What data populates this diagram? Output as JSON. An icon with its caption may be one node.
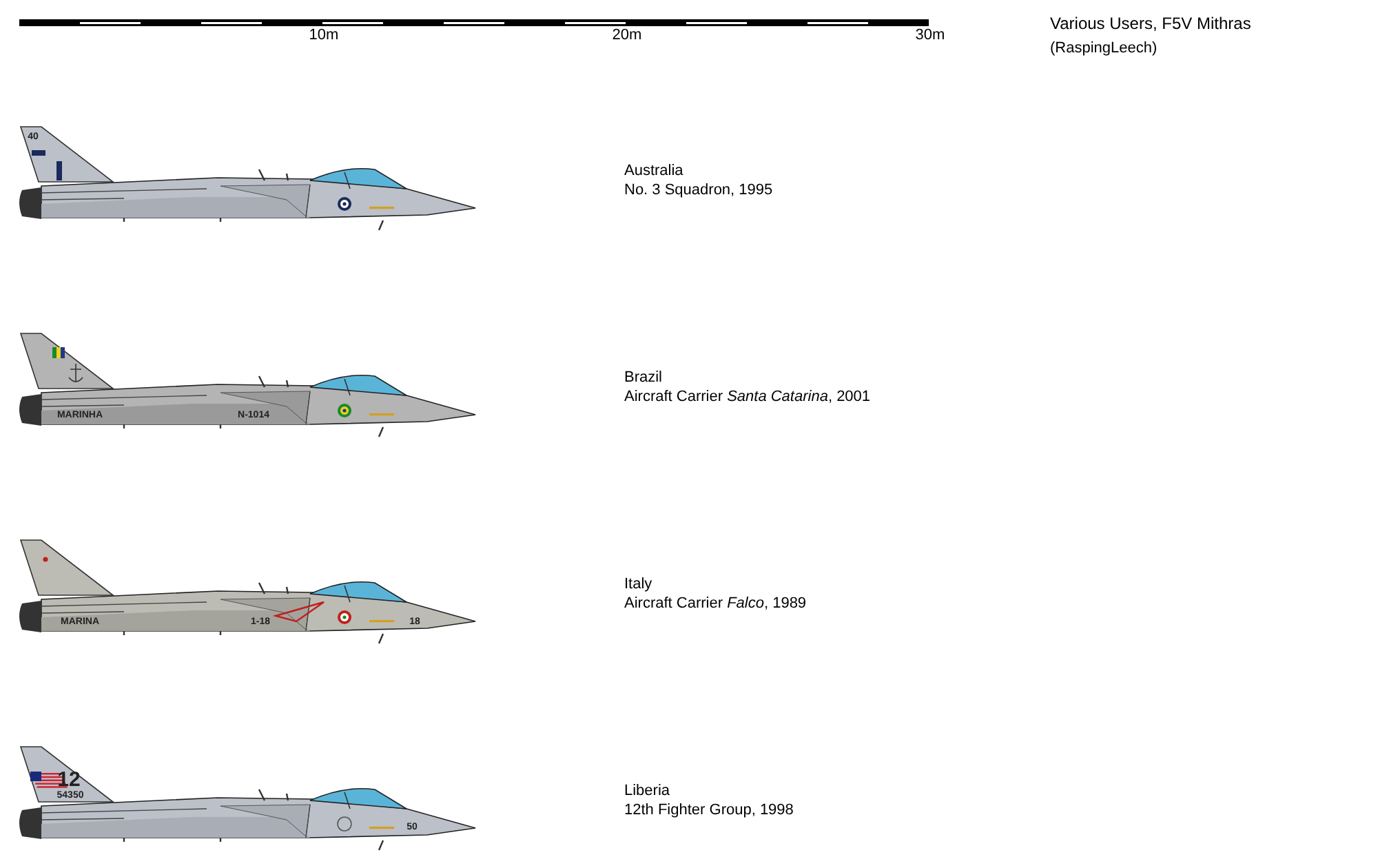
{
  "diagram": {
    "title": "Various Users, F5V Mithras",
    "labels": [
      "(RaspingLeech)",
      "10m",
      "20m",
      "30m",
      "40",
      "Australia",
      "No. 3 Squadron, 1995",
      "MARINHA",
      "N-1014",
      "Brazil",
      "Aircraft Carrier *Santa Catarina*, 2001",
      "MARINA",
      "1-18",
      "18",
      "Italy",
      "Aircraft Carrier *Falco*, 1989",
      "12",
      "54350",
      "50",
      "Liberia",
      "12th Fighter Group, 1998"
    ]
  }
}
